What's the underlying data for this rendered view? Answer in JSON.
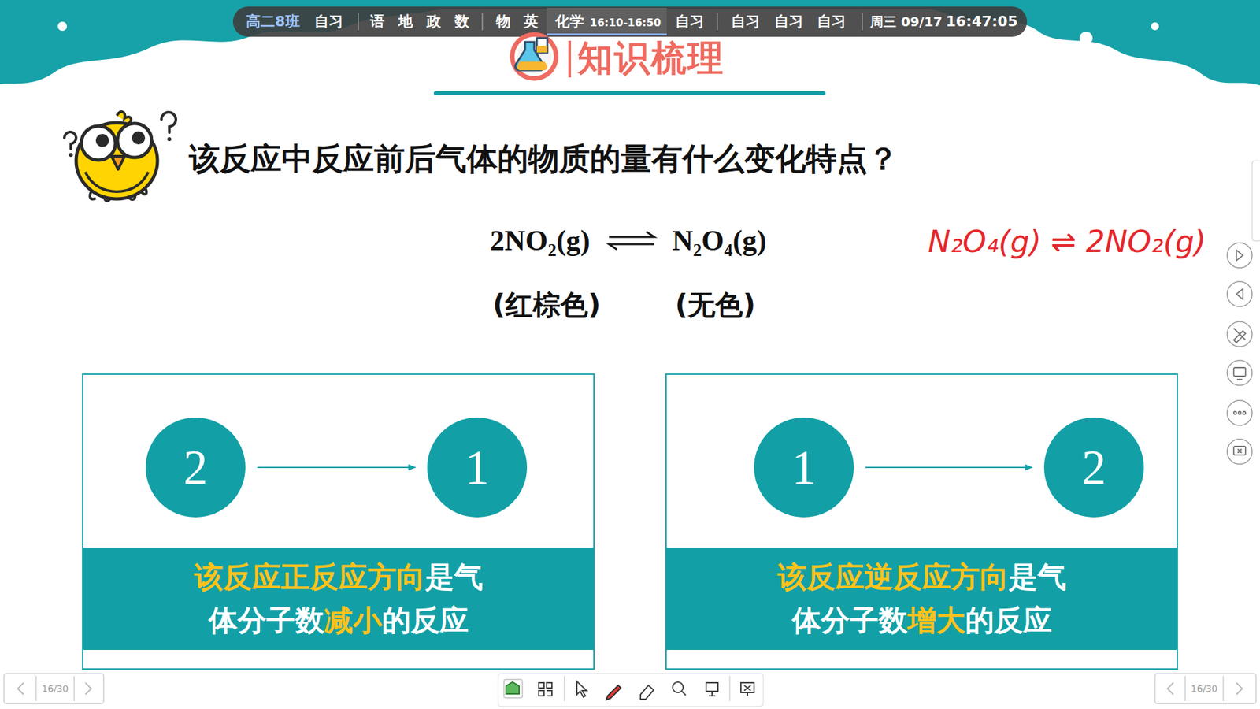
{
  "diagram": {
    "title": "知识梳理",
    "nodes": [
      {
        "text": [
          "该反应正反应方向",
          "是气体分子数",
          "减小",
          "的反应"
        ]
      },
      {
        "text": [
          "2"
        ],
        "in": 0
      },
      {
        "text": [
          "1"
        ],
        "in": 0
      },
      {
        "text": [
          "该反应逆反应方向",
          "是气体分子数",
          "增大",
          "的反应"
        ]
      },
      {
        "text": [
          "1"
        ],
        "in": 3
      },
      {
        "text": [
          "2"
        ],
        "in": 3
      }
    ],
    "edges": [
      {
        "from": 1,
        "to": 2,
        "arrow": "to"
      },
      {
        "from": 4,
        "to": 5,
        "arrow": "to"
      }
    ],
    "labels": [
      "高二8班",
      "自习",
      "语",
      "地",
      "政",
      "数",
      "物",
      "英",
      "化学",
      "16:10-16:50",
      "自习",
      "自习",
      "自习",
      "自习",
      "周三 09/17",
      "16:47:05",
      "该反应中反应前后气体的物质的量有什么变化特点？",
      "2NO₂(g)",
      "N₂O₄(g)",
      "(红棕色)",
      "(无色)",
      "N₂O₄(g) ⇌ 2NO₂(g)",
      "16/30",
      "16/30"
    ]
  }
}
